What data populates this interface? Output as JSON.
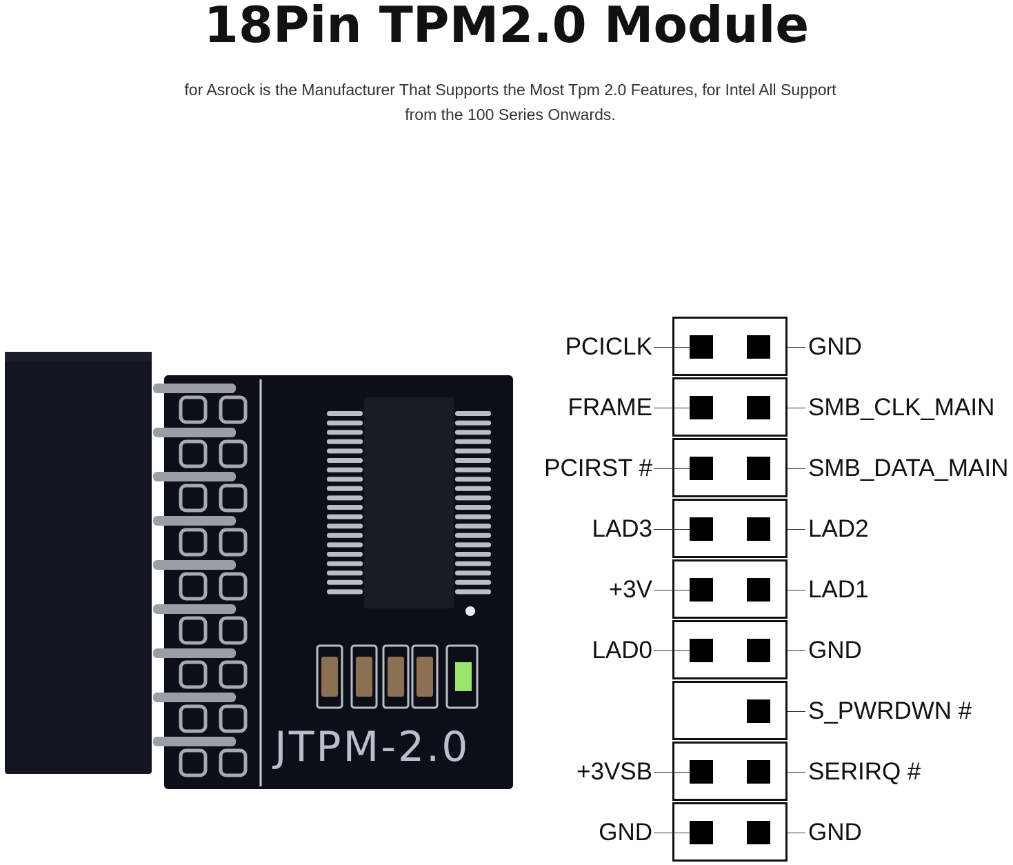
{
  "title": "18Pin TPM2.0 Module",
  "subtitle": "for Asrock is the Manufacturer That Supports the Most Tpm 2.0 Features, for Intel All Support from the 100 Series Onwards.",
  "board_label": "JTPM-2.0",
  "pinout": {
    "rows": [
      {
        "left": "PCICLK",
        "right": "GND",
        "left_pin": true
      },
      {
        "left": "FRAME",
        "right": "SMB_CLK_MAIN",
        "left_pin": true
      },
      {
        "left": "PCIRST #",
        "right": "SMB_DATA_MAIN",
        "left_pin": true
      },
      {
        "left": "LAD3",
        "right": "LAD2",
        "left_pin": true
      },
      {
        "left": "+3V",
        "right": "LAD1",
        "left_pin": true
      },
      {
        "left": "LAD0",
        "right": "GND",
        "left_pin": true
      },
      {
        "left": "",
        "right": "S_PWRDWN #",
        "left_pin": false
      },
      {
        "left": "+3VSB",
        "right": "SERIRQ #",
        "left_pin": true
      },
      {
        "left": "GND",
        "right": "GND",
        "left_pin": true
      }
    ]
  },
  "colors": {
    "pcb": "#0c0f18",
    "connector": "#121420",
    "pin_metal": "#9a9ea6",
    "led": "#9be36a"
  }
}
